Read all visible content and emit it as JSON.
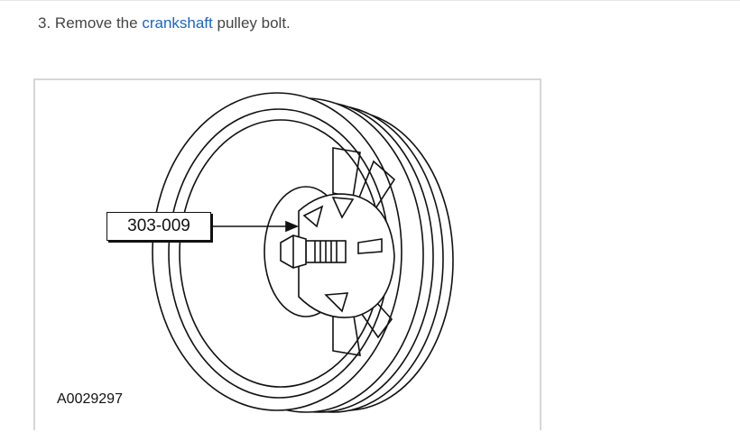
{
  "step": {
    "number": "3.",
    "text_before": "Remove the",
    "link_text": "crankshaft",
    "text_after": "pulley bolt."
  },
  "figure": {
    "callout_label": "303-009",
    "figure_id": "A0029297"
  }
}
